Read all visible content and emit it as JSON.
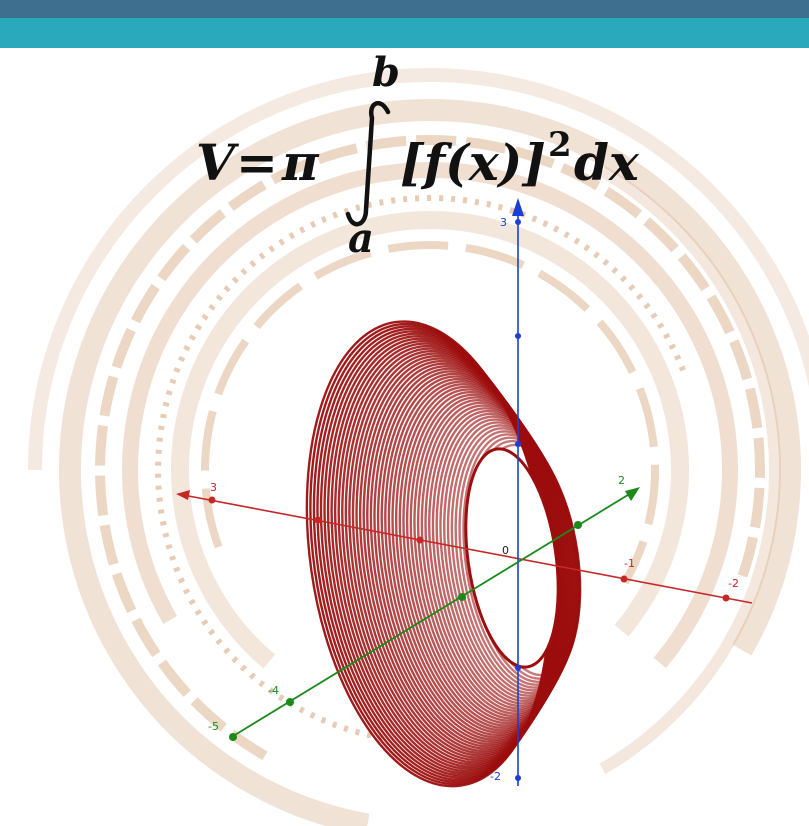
{
  "formula": {
    "lhs": "V",
    "equals": "=",
    "coefficient": "π",
    "upper_limit": "b",
    "lower_limit": "a",
    "integrand": "[f(x)]",
    "exponent": "2",
    "differential": "dx"
  },
  "axes": {
    "x_ticks": [
      "3",
      "-1",
      "-2"
    ],
    "y_ticks": [
      "2",
      "-4",
      "-5"
    ],
    "z_ticks": [
      "3",
      "-2"
    ],
    "origin": "0"
  },
  "colors": {
    "header_dark": "#3f6f8e",
    "header_teal": "#2aa9bd",
    "decor": "#c98c5a",
    "surface": "#9c0d0d",
    "x_axis": "#c62828",
    "y_axis": "#1b8a1b",
    "z_axis": "#1a3fd6"
  }
}
